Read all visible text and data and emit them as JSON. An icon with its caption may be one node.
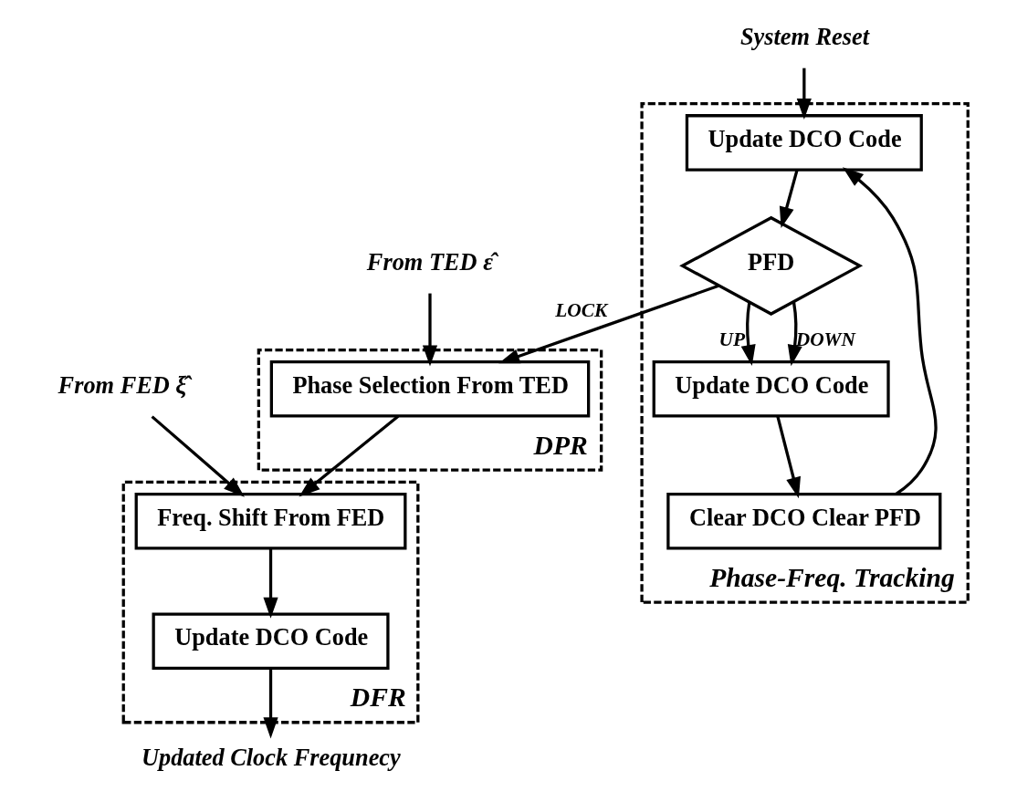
{
  "diagram": {
    "nodes": [
      {
        "text": [
          "Phase-Freq. Tracking"
        ]
      },
      {
        "text": [
          "Update DCO Code"
        ],
        "in": 0
      },
      {
        "text": [
          "PFD"
        ],
        "in": 0
      },
      {
        "text": [
          "Update DCO Code"
        ],
        "in": 0
      },
      {
        "text": [
          "Clear DCO Clear PFD"
        ],
        "in": 0
      },
      {
        "text": [
          "DPR"
        ]
      },
      {
        "text": [
          "Phase Selection From TED"
        ],
        "in": 5
      },
      {
        "text": [
          "DFR"
        ]
      },
      {
        "text": [
          "Freq. Shift From FED"
        ],
        "in": 7
      },
      {
        "text": [
          "Update DCO Code"
        ],
        "in": 7
      },
      {
        "text": [
          "System Reset"
        ]
      },
      {
        "text": [
          "From TED ε̂"
        ]
      },
      {
        "text": [
          "From FED ξ̂"
        ]
      },
      {
        "text": [
          "Updated Clock Frequnecy"
        ]
      }
    ],
    "edges": [
      {
        "from": 10,
        "to": 1,
        "arrow": "to"
      },
      {
        "from": 1,
        "to": 2,
        "arrow": "to"
      },
      {
        "from": 2,
        "to": 3,
        "arrow": "to",
        "label": "UP"
      },
      {
        "from": 2,
        "to": 3,
        "arrow": "to",
        "label": "DOWN"
      },
      {
        "from": 3,
        "to": 4,
        "arrow": "to"
      },
      {
        "from": 4,
        "to": 1,
        "arrow": "to"
      },
      {
        "from": 2,
        "to": 6,
        "arrow": "to",
        "label": "LOCK"
      },
      {
        "from": 11,
        "to": 6,
        "arrow": "to"
      },
      {
        "from": 6,
        "to": 8,
        "arrow": "to"
      },
      {
        "from": 12,
        "to": 8,
        "arrow": "to"
      },
      {
        "from": 8,
        "to": 9,
        "arrow": "to"
      },
      {
        "from": 9,
        "to": 13,
        "arrow": "to"
      }
    ]
  }
}
